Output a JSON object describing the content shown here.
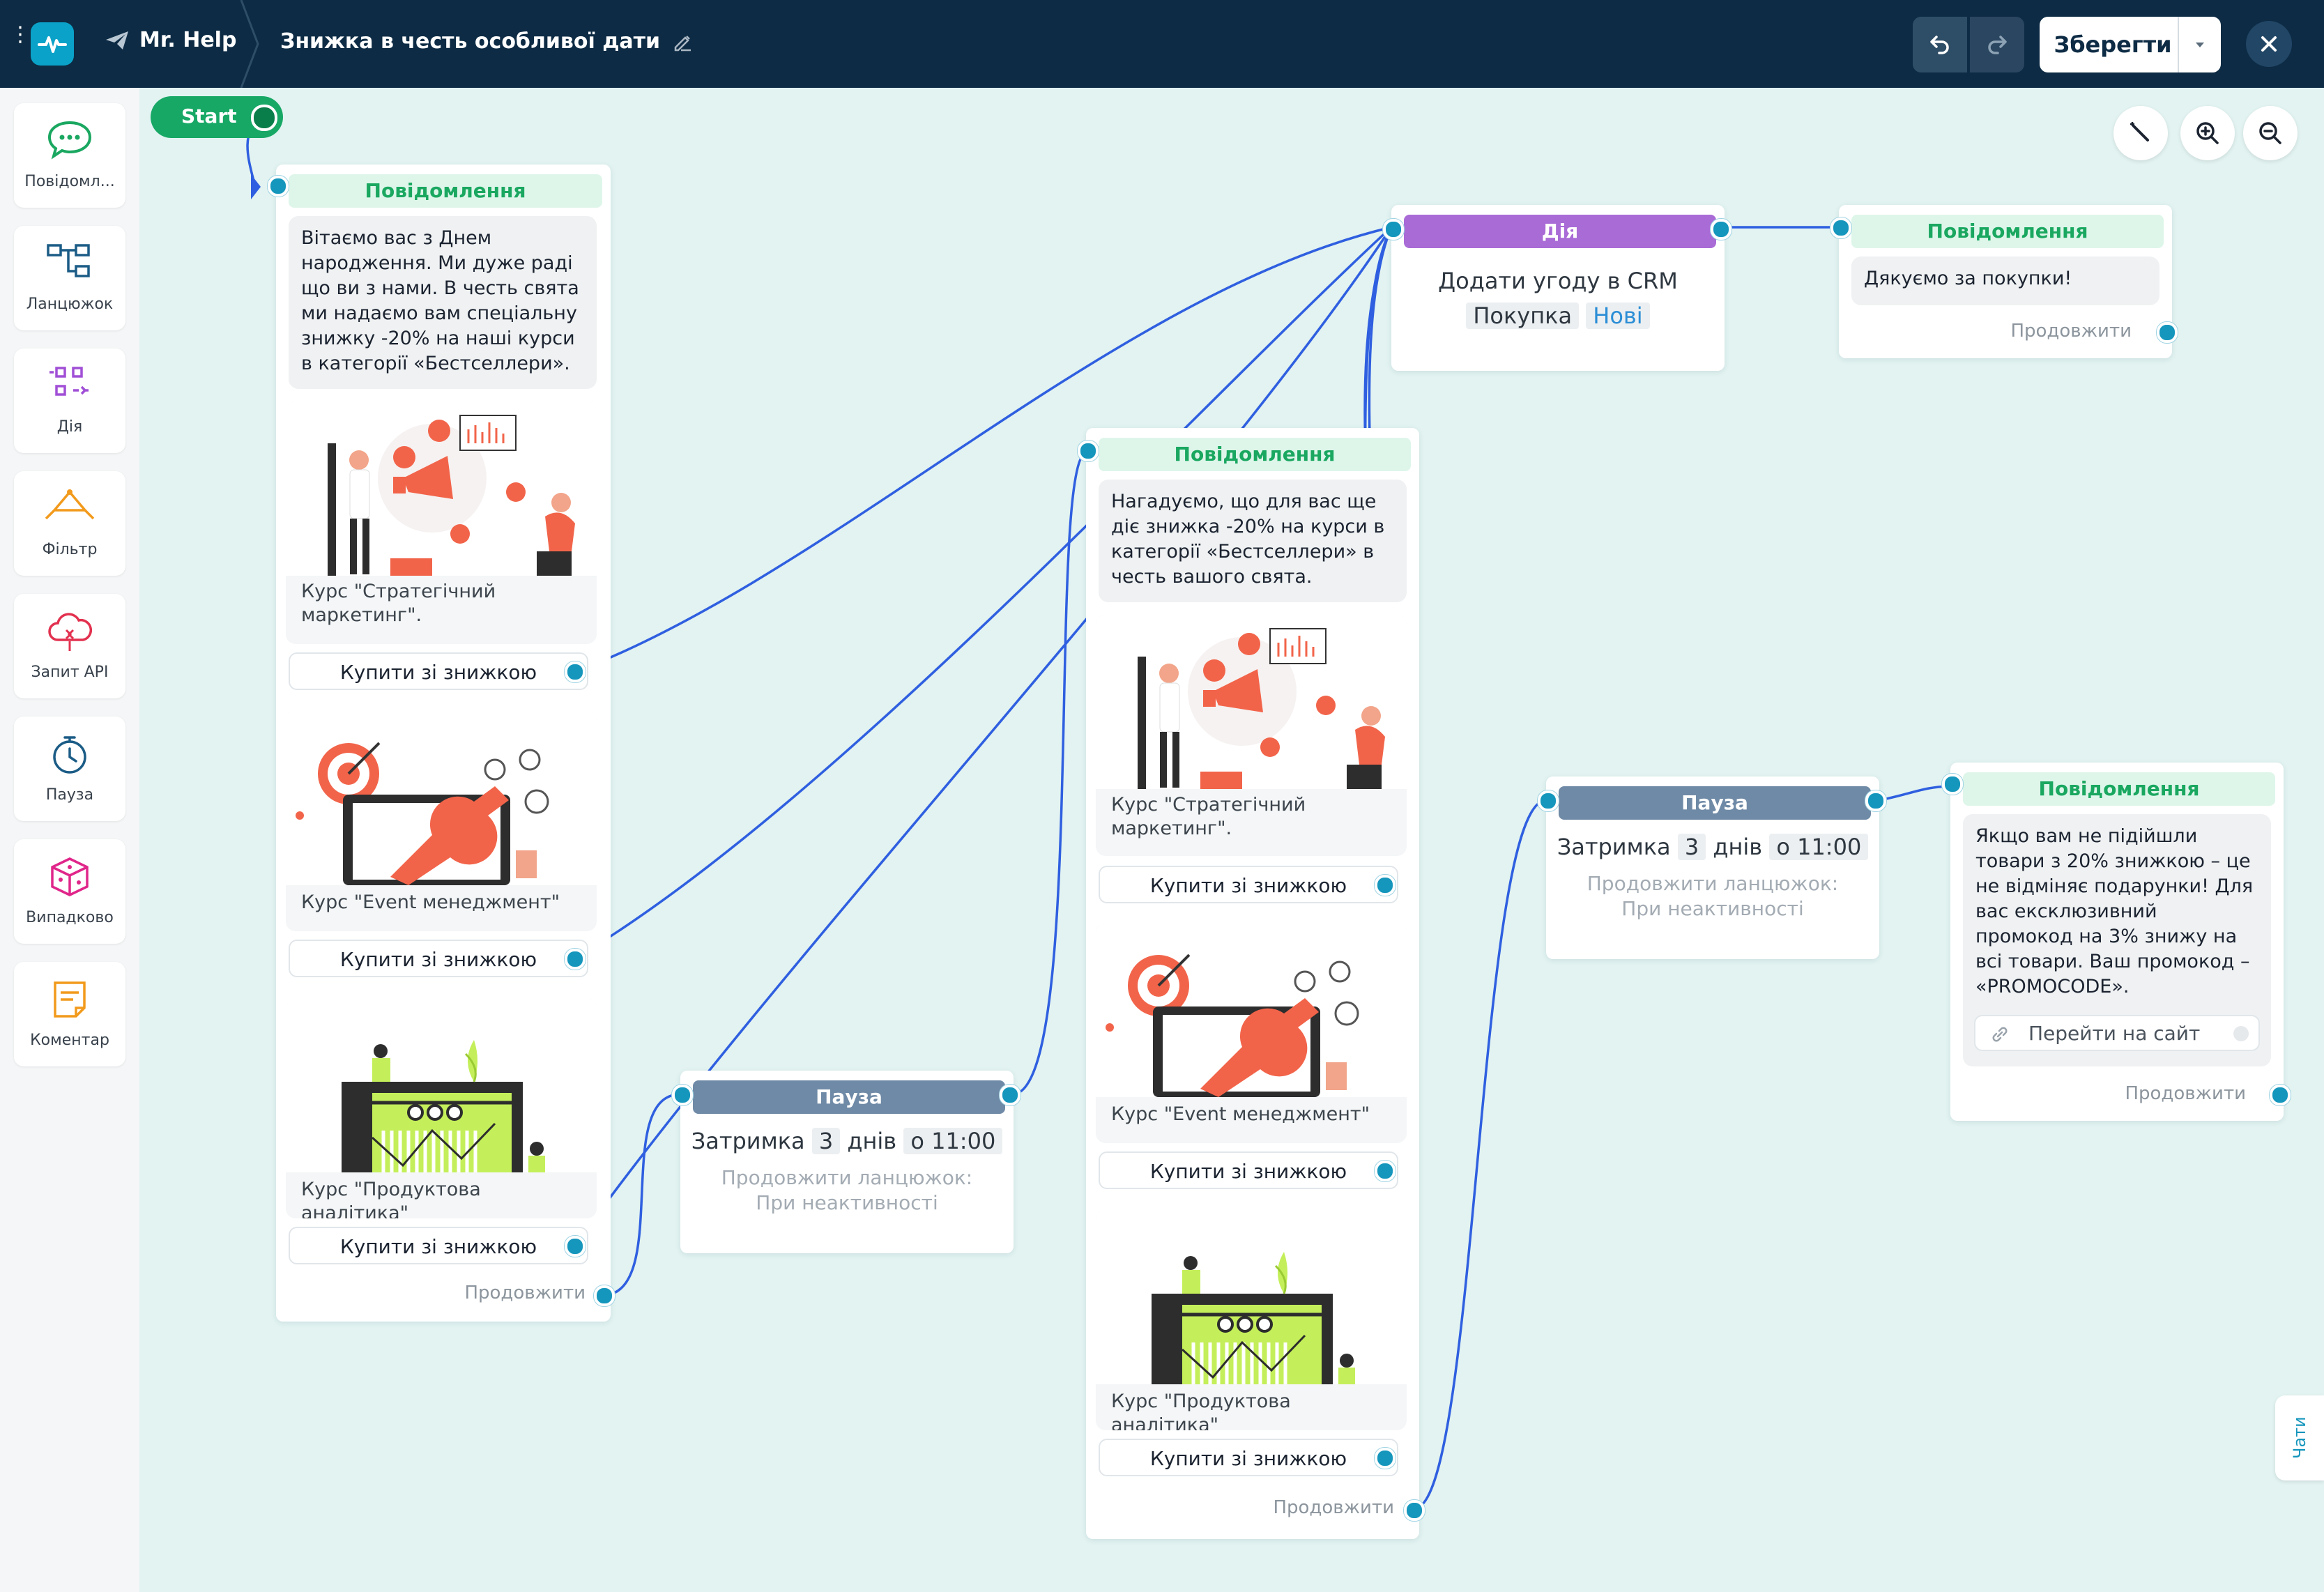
{
  "topbar": {
    "brand": "Mr. Help",
    "flow_name": "Знижка в честь особливої дати",
    "save_label": "Зберегти"
  },
  "sidebar": {
    "items": [
      {
        "label": "Повідомл...",
        "icon": "chat-bubble-icon"
      },
      {
        "label": "Ланцюжок",
        "icon": "chain-icon"
      },
      {
        "label": "Дія",
        "icon": "action-icon"
      },
      {
        "label": "Фільтр",
        "icon": "filter-icon"
      },
      {
        "label": "Запит API",
        "icon": "cloud-api-icon"
      },
      {
        "label": "Пауза",
        "icon": "timer-icon"
      },
      {
        "label": "Випадково",
        "icon": "dice-icon"
      },
      {
        "label": "Коментар",
        "icon": "note-icon"
      }
    ]
  },
  "start": {
    "label": "Start"
  },
  "msg1": {
    "header": "Повідомлення",
    "text": "Вітаємо вас з Днем народження. Ми дуже раді що ви з нами. В честь свята ми надаємо вам спеціальну знижку -20% на наші курси в категорії «Бестселлери».",
    "cards": [
      {
        "caption": "Курс \"Стратегічний маркетинг\".",
        "button": "Купити зі знижкою"
      },
      {
        "caption": "Курс \"Event менеджмент\"",
        "button": "Купити зі знижкою"
      },
      {
        "caption": "Курс \"Продуктова аналітика\"",
        "button": "Купити зі знижкою"
      }
    ],
    "continue": "Продовжити"
  },
  "pause1": {
    "header": "Пауза",
    "delay_label": "Затримка",
    "delay_value": "3",
    "delay_unit": "днів",
    "time": "о 11:00",
    "sub": "Продовжити ланцюжок: При неактивності"
  },
  "msg2": {
    "header": "Повідомлення",
    "text": "Нагадуємо, що для вас ще діє знижка -20% на курси в категорії «Бестселлери» в честь вашого свята.",
    "cards": [
      {
        "caption": "Курс \"Стратегічний маркетинг\".",
        "button": "Купити зі знижкою"
      },
      {
        "caption": "Курс \"Event менеджмент\"",
        "button": "Купити зі знижкою"
      },
      {
        "caption": "Курс \"Продуктова аналітика\"",
        "button": "Купити зі знижкою"
      }
    ],
    "continue": "Продовжити"
  },
  "action": {
    "header": "Дія",
    "title": "Додати угоду в CRM",
    "tag1": "Покупка",
    "tag2": "Нові"
  },
  "msg3": {
    "header": "Повідомлення",
    "text": "Дякуємо за покупки!",
    "continue": "Продовжити"
  },
  "pause2": {
    "header": "Пауза",
    "delay_label": "Затримка",
    "delay_value": "3",
    "delay_unit": "днів",
    "time": "о 11:00",
    "sub": "Продовжити ланцюжок: При неактивності"
  },
  "msg4": {
    "header": "Повідомлення",
    "text": "Якщо вам не підійшли товари з 20% знижкою – це не відміняє подарунки! Для вас ексклюзивний промокод на 3% знижу на всі товари. Ваш промокод – «PROMOCODE».",
    "link_button": "Перейти на сайт",
    "continue": "Продовжити"
  },
  "chats_tab": "Чати",
  "colors": {
    "topbar": "#0d2b44",
    "canvas": "#e2f3f1",
    "message_header": "#1aa760",
    "action_header": "#a96bd6",
    "pause_header": "#6f8aa6",
    "wire": "#2f5fe0",
    "port": "#1596bc"
  }
}
